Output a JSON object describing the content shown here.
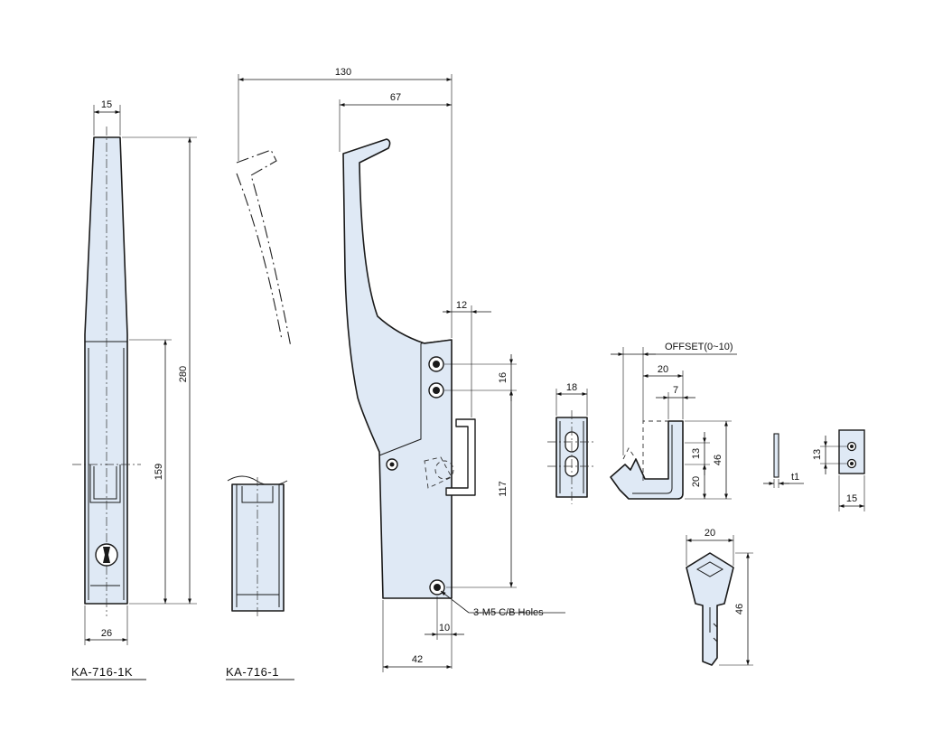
{
  "dimensions": {
    "kw_15": "15",
    "kh_280": "280",
    "kh_159": "159",
    "kw_26": "26",
    "h_130": "130",
    "h_67": "67",
    "h_12": "12",
    "h_16": "16",
    "h_117": "117",
    "h_10": "10",
    "h_42": "42",
    "s_18": "18",
    "offset": "OFFSET(0~10)",
    "s_20": "20",
    "s_7": "7",
    "s_13": "13",
    "s_46": "46",
    "s_20b": "20",
    "t1": "t1",
    "p_13": "13",
    "p_15": "15",
    "key_20": "20",
    "key_46": "46"
  },
  "notes": {
    "holes": "3-M5  C/B  Holes"
  },
  "captions": {
    "with_key": "KA-716-1K",
    "without_key": "KA-716-1"
  },
  "colors": {
    "part_fill": "#dfe9f5",
    "line": "#1a1a1a"
  }
}
